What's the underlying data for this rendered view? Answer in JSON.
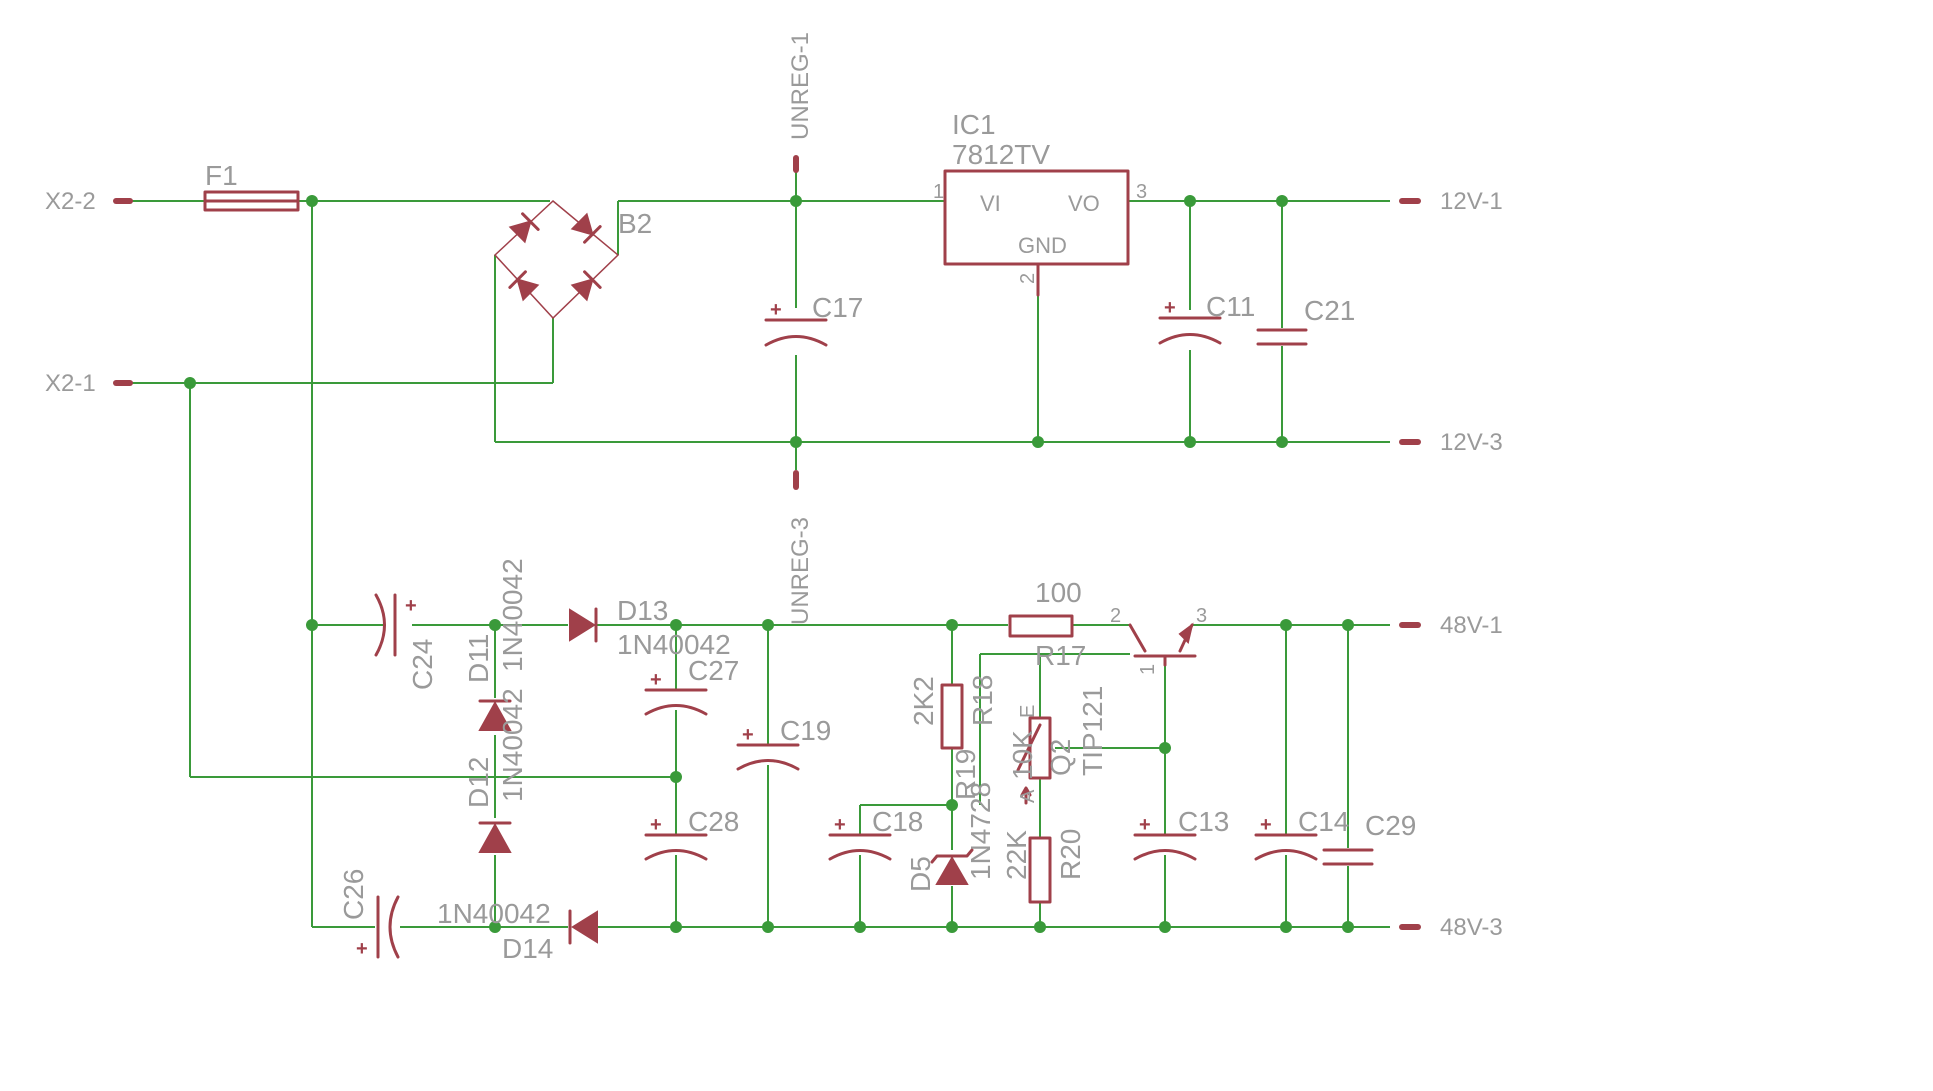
{
  "ports": {
    "x2_2": "X2-2",
    "x2_1": "X2-1",
    "v12_1": "12V-1",
    "v12_3": "12V-3",
    "v48_1": "48V-1",
    "v48_3": "48V-3",
    "unreg_1": "UNREG-1",
    "unreg_3": "UNREG-3"
  },
  "components": {
    "f1": "F1",
    "b2": "B2",
    "c17": "C17",
    "ic1_name": "IC1",
    "ic1_value": "7812TV",
    "ic1_vi": "VI",
    "ic1_vo": "VO",
    "ic1_gnd": "GND",
    "ic1_pin1": "1",
    "ic1_pin2": "2",
    "ic1_pin3": "3",
    "c11": "C11",
    "c21": "C21",
    "c24": "C24",
    "c26": "C26",
    "d11": "D11",
    "d12": "D12",
    "d11_value": "1N40042",
    "d12_value": "1N40042",
    "d13": "D13",
    "d13_value": "1N40042",
    "d14": "D14",
    "d14_value": "1N40042",
    "c27": "C27",
    "c28": "C28",
    "c19": "C19",
    "c18": "C18",
    "r19": "R19",
    "r19_value": "2K2",
    "d5": "D5",
    "d5_value": "1N4728",
    "r18": "R18",
    "r18_value": "10K",
    "r18_e": "E",
    "r18_a": "A",
    "r17": "R17",
    "r17_value": "100",
    "r20": "R20",
    "r20_value": "22K",
    "q2": "Q2",
    "q2_value": "TIP121",
    "q2_pin1": "1",
    "q2_pin2": "2",
    "q2_pin3": "3",
    "c13": "C13",
    "c14": "C14",
    "c29": "C29"
  },
  "colors": {
    "wire": "#3a9a3a",
    "part": "#a0404a",
    "label": "#9a9a9a"
  }
}
